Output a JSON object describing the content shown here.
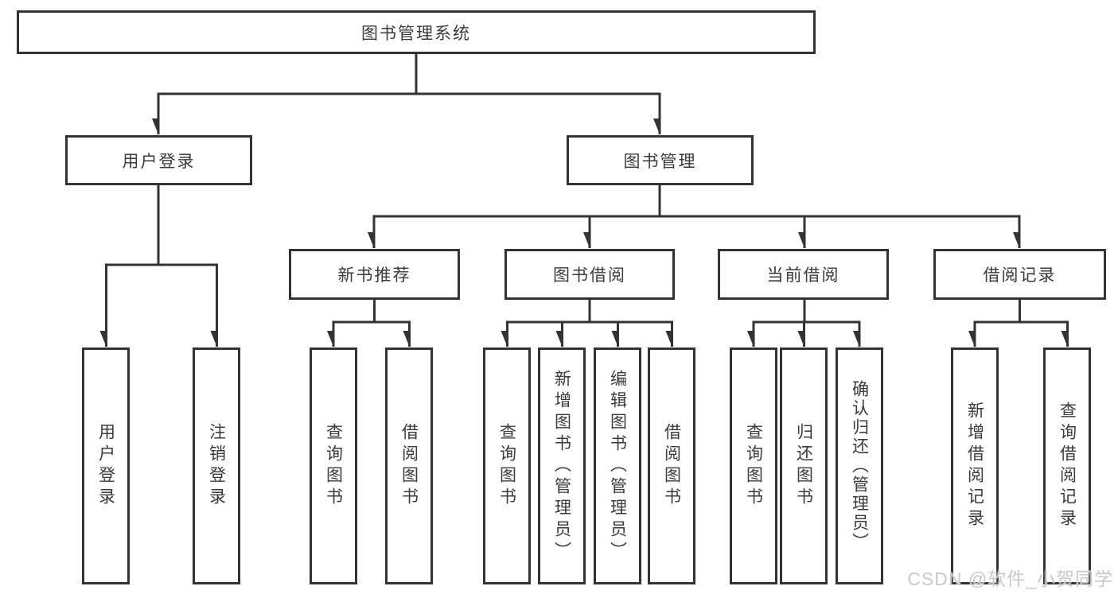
{
  "root": {
    "label": "图书管理系统"
  },
  "branches": [
    {
      "label": "用户登录",
      "leaves": [
        {
          "label": "用户登录"
        },
        {
          "label": "注销登录"
        }
      ]
    },
    {
      "label": "图书管理",
      "groups": [
        {
          "label": "新书推荐",
          "leaves": [
            {
              "label": "查询图书"
            },
            {
              "label": "借阅图书"
            }
          ]
        },
        {
          "label": "图书借阅",
          "leaves": [
            {
              "label": "查询图书"
            },
            {
              "label": "新增图书（管理员）"
            },
            {
              "label": "编辑图书（管理员）"
            },
            {
              "label": "借阅图书"
            }
          ]
        },
        {
          "label": "当前借阅",
          "leaves": [
            {
              "label": "查询图书"
            },
            {
              "label": "归还图书"
            },
            {
              "label": "确认归还（管理员）"
            }
          ]
        },
        {
          "label": "借阅记录",
          "leaves": [
            {
              "label": "新增借阅记录"
            },
            {
              "label": "查询借阅记录"
            }
          ]
        }
      ]
    }
  ],
  "watermark": {
    "text": "CSDN @软件_小贺同学"
  },
  "colors": {
    "line": "#333333",
    "box_border": "#333333",
    "box_fill": "#ffffff",
    "text": "#3a3a3a",
    "background": "#ffffff",
    "watermark": "#c9c9c9"
  }
}
